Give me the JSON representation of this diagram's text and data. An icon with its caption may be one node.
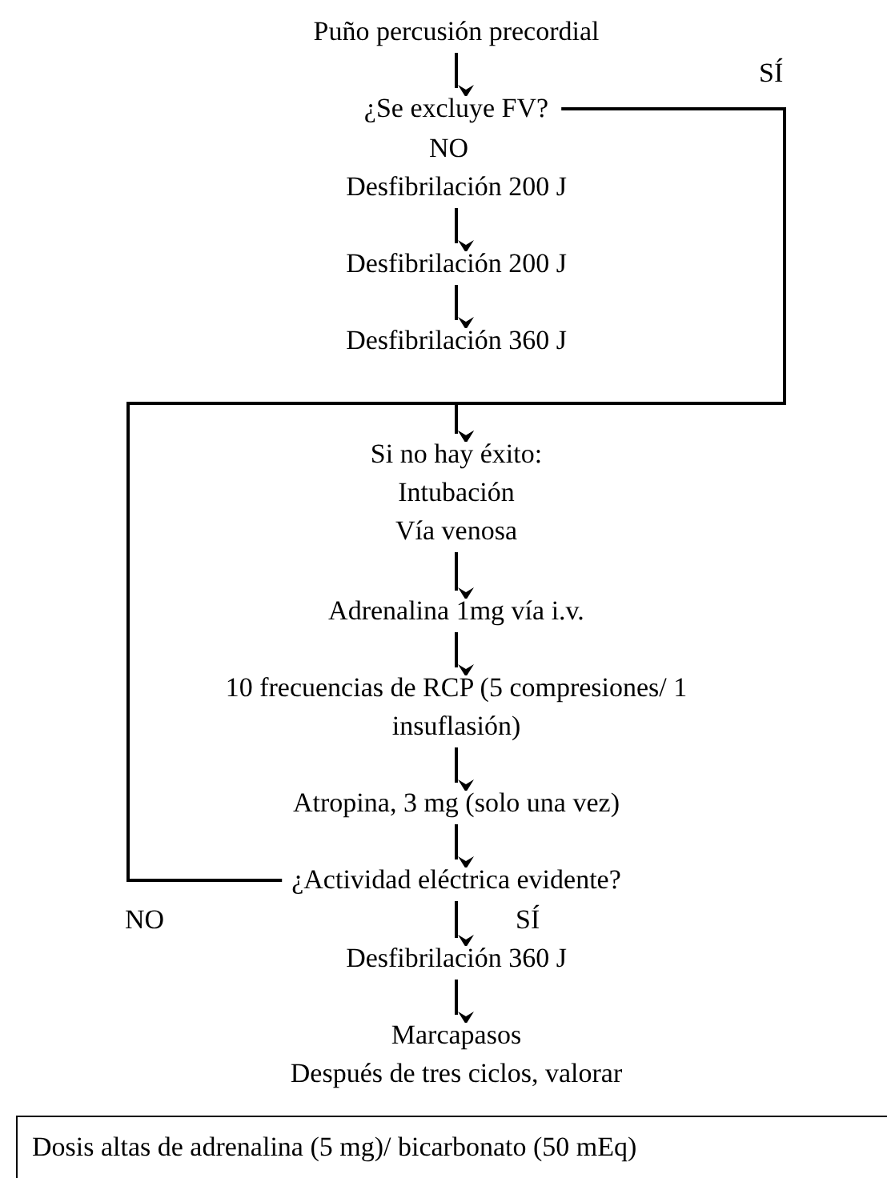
{
  "diagram": {
    "nodes": [
      {
        "text": [
          "Puño percusión precordial"
        ]
      },
      {
        "text": [
          "¿Se excluye FV?"
        ]
      },
      {
        "text": [
          "Desfibrilación 200 J"
        ]
      },
      {
        "text": [
          "Desfibrilación 200 J"
        ]
      },
      {
        "text": [
          "Desfibrilación 360 J"
        ]
      },
      {
        "text": [
          "Si no hay éxito:",
          "Intubación",
          "Vía venosa"
        ]
      },
      {
        "text": [
          "Adrenalina 1mg vía i.v."
        ]
      },
      {
        "text": [
          "10 frecuencias de RCP (5 compresiones/ 1 insuflasión)"
        ]
      },
      {
        "text": [
          "Atropina, 3 mg (solo una vez)"
        ]
      },
      {
        "text": [
          "¿Actividad eléctrica evidente?"
        ]
      },
      {
        "text": [
          "Desfibrilación 360 J"
        ]
      },
      {
        "text": [
          "Marcapasos",
          "Después de tres ciclos, valorar"
        ]
      },
      {
        "text": [
          "Dosis altas de adrenalina (5 mg)/ bicarbonato (50 mEq)"
        ]
      }
    ],
    "edges": [
      {
        "from": 0,
        "to": 1,
        "arrow": "to"
      },
      {
        "from": 1,
        "to": 5,
        "arrow": "to",
        "label": "SÍ"
      },
      {
        "from": 2,
        "to": 3,
        "arrow": "to"
      },
      {
        "from": 3,
        "to": 4,
        "arrow": "to"
      },
      {
        "from": 5,
        "to": 6,
        "arrow": "to"
      },
      {
        "from": 6,
        "to": 7,
        "arrow": "to"
      },
      {
        "from": 7,
        "to": 8,
        "arrow": "to"
      },
      {
        "from": 8,
        "to": 9,
        "arrow": "to"
      },
      {
        "from": 9,
        "to": 5,
        "arrow": "to",
        "label": "NO"
      },
      {
        "from": 9,
        "to": 10,
        "arrow": "to",
        "label": "SÍ"
      },
      {
        "from": 10,
        "to": 11,
        "arrow": "to"
      }
    ],
    "labels": [
      "NO"
    ]
  }
}
